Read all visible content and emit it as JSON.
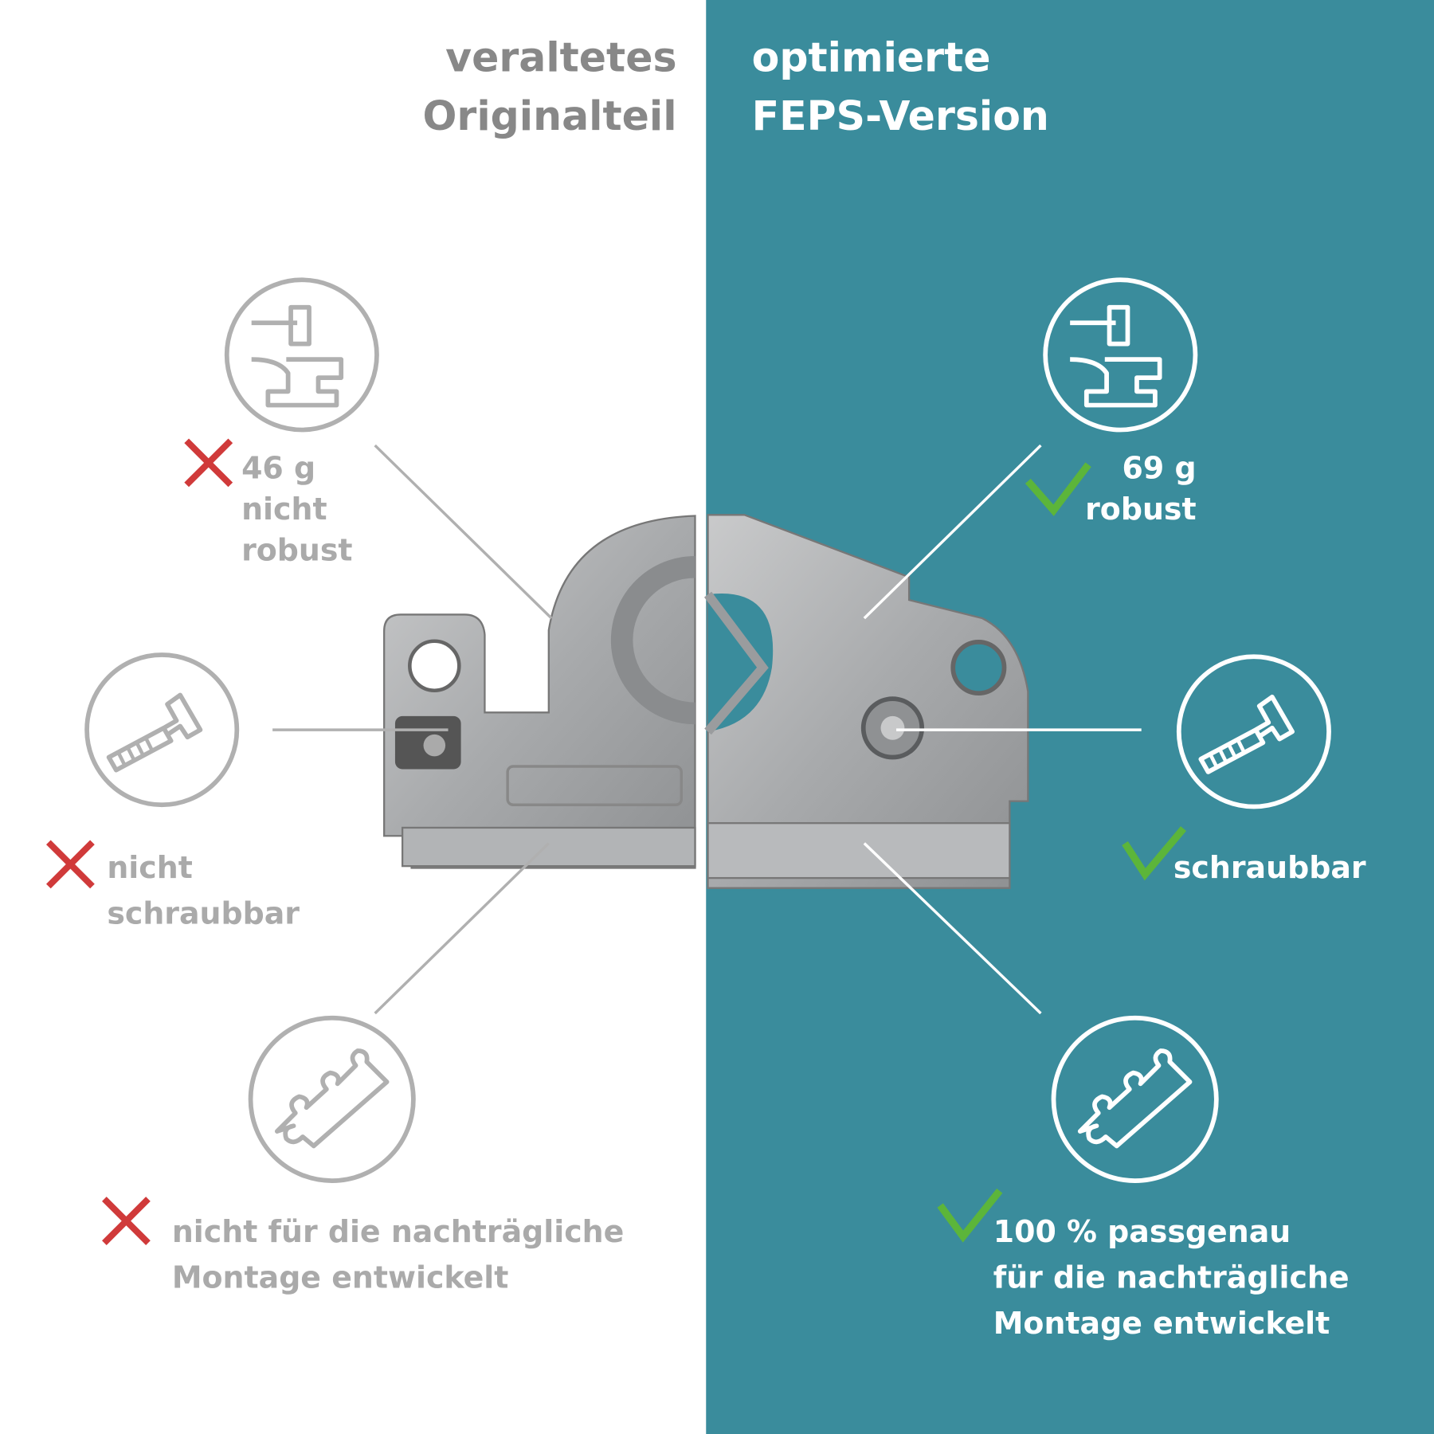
{
  "colors": {
    "teal": "#3a8c9c",
    "gray_text": "#aaaaaa",
    "heading_gray": "#888888",
    "cross": "#d03a3a",
    "check": "#5cb53a"
  },
  "left": {
    "heading": [
      "veraltetes",
      "Originalteil"
    ],
    "features": [
      {
        "icon": "anvil-hammer-icon",
        "status": "cross",
        "lines": [
          "46 g",
          "nicht",
          "robust"
        ]
      },
      {
        "icon": "screw-icon",
        "status": "cross",
        "lines": [
          "nicht",
          "schraubbar"
        ]
      },
      {
        "icon": "puzzle-icon",
        "status": "cross",
        "lines": [
          "nicht für die nachträgliche",
          "Montage entwickelt"
        ]
      }
    ]
  },
  "right": {
    "heading": [
      "optimierte",
      "FEPS-Version"
    ],
    "features": [
      {
        "icon": "anvil-hammer-icon",
        "status": "check",
        "lines": [
          "69 g",
          "robust"
        ]
      },
      {
        "icon": "screw-icon",
        "status": "check",
        "lines": [
          "schraubbar"
        ]
      },
      {
        "icon": "puzzle-icon",
        "status": "check",
        "lines": [
          "100 % passgenau",
          "für die nachträgliche",
          "Montage entwickelt"
        ]
      }
    ]
  }
}
